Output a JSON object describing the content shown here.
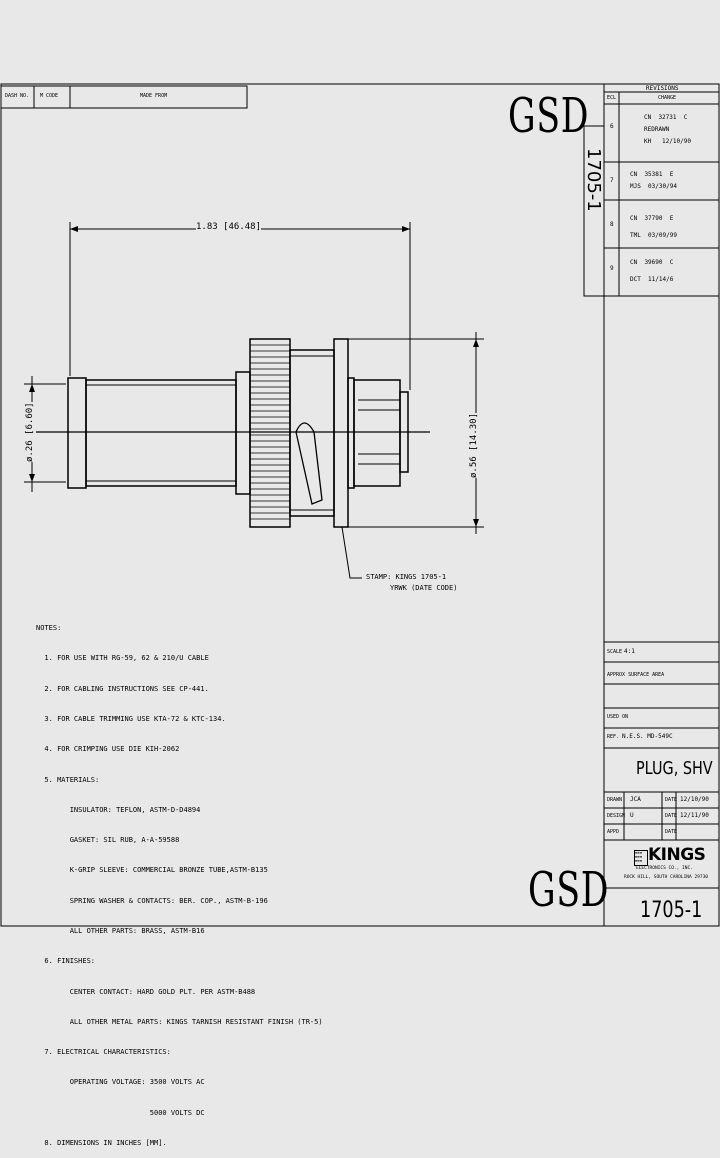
{
  "title_block_top": {
    "dash_no": "DASH NO.",
    "m_code": "M CODE",
    "made_from": "MADE FROM"
  },
  "gsd_top": "GSD",
  "gsd_bottom": "GSD",
  "vertical_part_no": "1705-1",
  "revisions": {
    "header": "REVISIONS",
    "col_ecl": "ECL",
    "col_change": "CHANGE",
    "rows": [
      {
        "ecl": "6",
        "line1": "CN  32731  C",
        "line2": "REDRAWN",
        "line3": "KH   12/10/90"
      },
      {
        "ecl": "7",
        "line1": "CN  35381  E",
        "line2": "MJS  03/30/94",
        "line3": ""
      },
      {
        "ecl": "8",
        "line1": "CN  37790  E",
        "line2": "TML  03/09/99",
        "line3": ""
      },
      {
        "ecl": "9",
        "line1": "CN  39690  C",
        "line2": "DCT  11/14/6",
        "line3": ""
      }
    ]
  },
  "dimensions": {
    "length": "1.83 [46.48]",
    "small_dia": "ø.26 [6.60]",
    "large_dia": "ø.56 [14.30]"
  },
  "stamp": {
    "line1": "STAMP: KINGS 1705-1",
    "line2": "YRWK (DATE CODE)"
  },
  "notes": [
    "NOTES:",
    "  1. FOR USE WITH RG-59, 62 & 210/U CABLE",
    "  2. FOR CABLING INSTRUCTIONS SEE CP-441.",
    "  3. FOR CABLE TRIMMING USE KTA-72 & KTC-134.",
    "  4. FOR CRIMPING USE DIE KIH-2062",
    "  5. MATERIALS:",
    "        INSULATOR: TEFLON, ASTM-D-D4894",
    "        GASKET: SIL RUB, A-A-59588",
    "        K-GRIP SLEEVE: COMMERCIAL BRONZE TUBE,ASTM-B135",
    "        SPRING WASHER & CONTACTS: BER. COP., ASTM-B-196",
    "        ALL OTHER PARTS: BRASS, ASTM-B16",
    "  6. FINISHES:",
    "        CENTER CONTACT: HARD GOLD PLT. PER ASTM-B488",
    "        ALL OTHER METAL PARTS: KINGS TARNISH RESISTANT FINISH (TR-5)",
    "  7. ELECTRICAL CHARACTERISTICS:",
    "        OPERATING VOLTAGE: 3500 VOLTS AC",
    "                           5000 VOLTS DC",
    "  8. DIMENSIONS IN INCHES [MM]."
  ],
  "title_block": {
    "scale_label": "SCALE",
    "scale_value": "4:1",
    "approx_surface": "APPROX SURFACE AREA",
    "used_on": "USED ON",
    "ref_label": "REF.",
    "ref_value": "N.E.S. MD-549C",
    "title": "PLUG, SHV",
    "drawn_label": "DRAWN",
    "drawn_by": "JCA",
    "drawn_date_label": "DATE",
    "drawn_date": "12/10/90",
    "design_label": "DESIGN",
    "design_by": "U",
    "design_date_label": "DATE",
    "design_date": "12/11/90",
    "appd_label": "APPD",
    "appd_date_label": "DATE",
    "company": "KINGS",
    "company_sub": "ELECTRONICS CO., INC.",
    "company_addr": "ROCK HILL, SOUTH CAROLINA 29730",
    "part_no": "1705-1"
  }
}
